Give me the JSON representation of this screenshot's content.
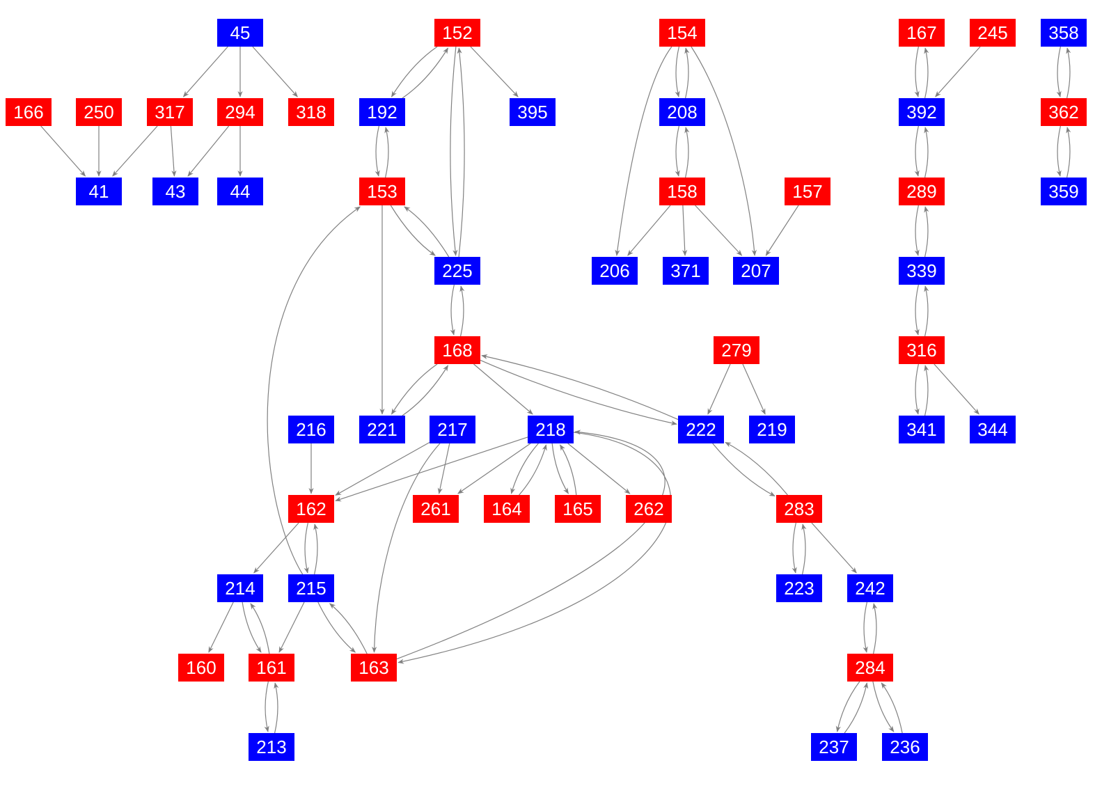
{
  "colors": {
    "red": "#ff0000",
    "blue": "#0000ff",
    "edge": "#808080"
  },
  "nodes": [
    {
      "label": "45",
      "color": "blue"
    },
    {
      "label": "152",
      "color": "red"
    },
    {
      "label": "154",
      "color": "red"
    },
    {
      "label": "167",
      "color": "red"
    },
    {
      "label": "245",
      "color": "red"
    },
    {
      "label": "358",
      "color": "blue"
    },
    {
      "label": "166",
      "color": "red"
    },
    {
      "label": "250",
      "color": "red"
    },
    {
      "label": "317",
      "color": "red"
    },
    {
      "label": "294",
      "color": "red"
    },
    {
      "label": "318",
      "color": "red"
    },
    {
      "label": "192",
      "color": "blue"
    },
    {
      "label": "395",
      "color": "blue"
    },
    {
      "label": "208",
      "color": "blue"
    },
    {
      "label": "392",
      "color": "blue"
    },
    {
      "label": "362",
      "color": "red"
    },
    {
      "label": "41",
      "color": "blue"
    },
    {
      "label": "43",
      "color": "blue"
    },
    {
      "label": "44",
      "color": "blue"
    },
    {
      "label": "153",
      "color": "red"
    },
    {
      "label": "158",
      "color": "red"
    },
    {
      "label": "157",
      "color": "red"
    },
    {
      "label": "289",
      "color": "red"
    },
    {
      "label": "359",
      "color": "blue"
    },
    {
      "label": "225",
      "color": "blue"
    },
    {
      "label": "206",
      "color": "blue"
    },
    {
      "label": "371",
      "color": "blue"
    },
    {
      "label": "207",
      "color": "blue"
    },
    {
      "label": "339",
      "color": "blue"
    },
    {
      "label": "168",
      "color": "red"
    },
    {
      "label": "279",
      "color": "red"
    },
    {
      "label": "316",
      "color": "red"
    },
    {
      "label": "216",
      "color": "blue"
    },
    {
      "label": "221",
      "color": "blue"
    },
    {
      "label": "217",
      "color": "blue"
    },
    {
      "label": "218",
      "color": "blue"
    },
    {
      "label": "222",
      "color": "blue"
    },
    {
      "label": "219",
      "color": "blue"
    },
    {
      "label": "341",
      "color": "blue"
    },
    {
      "label": "344",
      "color": "blue"
    },
    {
      "label": "162",
      "color": "red"
    },
    {
      "label": "261",
      "color": "red"
    },
    {
      "label": "164",
      "color": "red"
    },
    {
      "label": "165",
      "color": "red"
    },
    {
      "label": "262",
      "color": "red"
    },
    {
      "label": "283",
      "color": "red"
    },
    {
      "label": "214",
      "color": "blue"
    },
    {
      "label": "215",
      "color": "blue"
    },
    {
      "label": "223",
      "color": "blue"
    },
    {
      "label": "242",
      "color": "blue"
    },
    {
      "label": "160",
      "color": "red"
    },
    {
      "label": "161",
      "color": "red"
    },
    {
      "label": "163",
      "color": "red"
    },
    {
      "label": "284",
      "color": "red"
    },
    {
      "label": "213",
      "color": "blue"
    },
    {
      "label": "237",
      "color": "blue"
    },
    {
      "label": "236",
      "color": "blue"
    }
  ],
  "edges": [
    [
      "45",
      "317"
    ],
    [
      "45",
      "294"
    ],
    [
      "45",
      "318"
    ],
    [
      "166",
      "41"
    ],
    [
      "250",
      "41"
    ],
    [
      "317",
      "41"
    ],
    [
      "317",
      "43"
    ],
    [
      "294",
      "43"
    ],
    [
      "294",
      "44"
    ],
    [
      "152",
      "192"
    ],
    [
      "192",
      "152"
    ],
    [
      "152",
      "395"
    ],
    [
      "152",
      "225"
    ],
    [
      "225",
      "152"
    ],
    [
      "192",
      "153"
    ],
    [
      "153",
      "192"
    ],
    [
      "153",
      "225"
    ],
    [
      "225",
      "153"
    ],
    [
      "153",
      "221"
    ],
    [
      "225",
      "168"
    ],
    [
      "168",
      "225"
    ],
    [
      "168",
      "221"
    ],
    [
      "221",
      "168"
    ],
    [
      "168",
      "218"
    ],
    [
      "168",
      "222"
    ],
    [
      "222",
      "168"
    ],
    [
      "154",
      "208"
    ],
    [
      "208",
      "154"
    ],
    [
      "154",
      "206"
    ],
    [
      "154",
      "207"
    ],
    [
      "208",
      "158"
    ],
    [
      "158",
      "208"
    ],
    [
      "158",
      "206"
    ],
    [
      "158",
      "371"
    ],
    [
      "158",
      "207"
    ],
    [
      "157",
      "207"
    ],
    [
      "167",
      "392"
    ],
    [
      "392",
      "167"
    ],
    [
      "245",
      "392"
    ],
    [
      "392",
      "289"
    ],
    [
      "289",
      "392"
    ],
    [
      "289",
      "339"
    ],
    [
      "339",
      "289"
    ],
    [
      "339",
      "316"
    ],
    [
      "316",
      "339"
    ],
    [
      "316",
      "341"
    ],
    [
      "341",
      "316"
    ],
    [
      "316",
      "344"
    ],
    [
      "358",
      "362"
    ],
    [
      "362",
      "358"
    ],
    [
      "362",
      "359"
    ],
    [
      "359",
      "362"
    ],
    [
      "279",
      "222"
    ],
    [
      "279",
      "219"
    ],
    [
      "222",
      "283"
    ],
    [
      "283",
      "222"
    ],
    [
      "283",
      "223"
    ],
    [
      "223",
      "283"
    ],
    [
      "283",
      "242"
    ],
    [
      "242",
      "284"
    ],
    [
      "284",
      "242"
    ],
    [
      "284",
      "237"
    ],
    [
      "237",
      "284"
    ],
    [
      "284",
      "236"
    ],
    [
      "236",
      "284"
    ],
    [
      "216",
      "162"
    ],
    [
      "217",
      "162"
    ],
    [
      "217",
      "261"
    ],
    [
      "217",
      "163"
    ],
    [
      "218",
      "162"
    ],
    [
      "218",
      "261"
    ],
    [
      "218",
      "164"
    ],
    [
      "164",
      "218"
    ],
    [
      "218",
      "165"
    ],
    [
      "165",
      "218"
    ],
    [
      "218",
      "262"
    ],
    [
      "218",
      "163"
    ],
    [
      "163",
      "218"
    ],
    [
      "162",
      "214"
    ],
    [
      "162",
      "215"
    ],
    [
      "215",
      "162"
    ],
    [
      "215",
      "153"
    ],
    [
      "214",
      "160"
    ],
    [
      "214",
      "161"
    ],
    [
      "161",
      "214"
    ],
    [
      "215",
      "161"
    ],
    [
      "215",
      "163"
    ],
    [
      "163",
      "215"
    ],
    [
      "161",
      "213"
    ],
    [
      "213",
      "161"
    ]
  ]
}
